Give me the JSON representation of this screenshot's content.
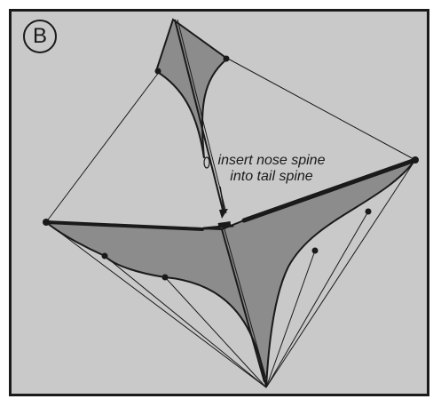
{
  "figure": {
    "panel_label": "B",
    "annotation": {
      "line1": "insert nose spine",
      "line2": "into tail spine"
    },
    "colors": {
      "background": "#c9c9c9",
      "sail": "#8c8c8c",
      "line": "#1a1a1a"
    }
  }
}
